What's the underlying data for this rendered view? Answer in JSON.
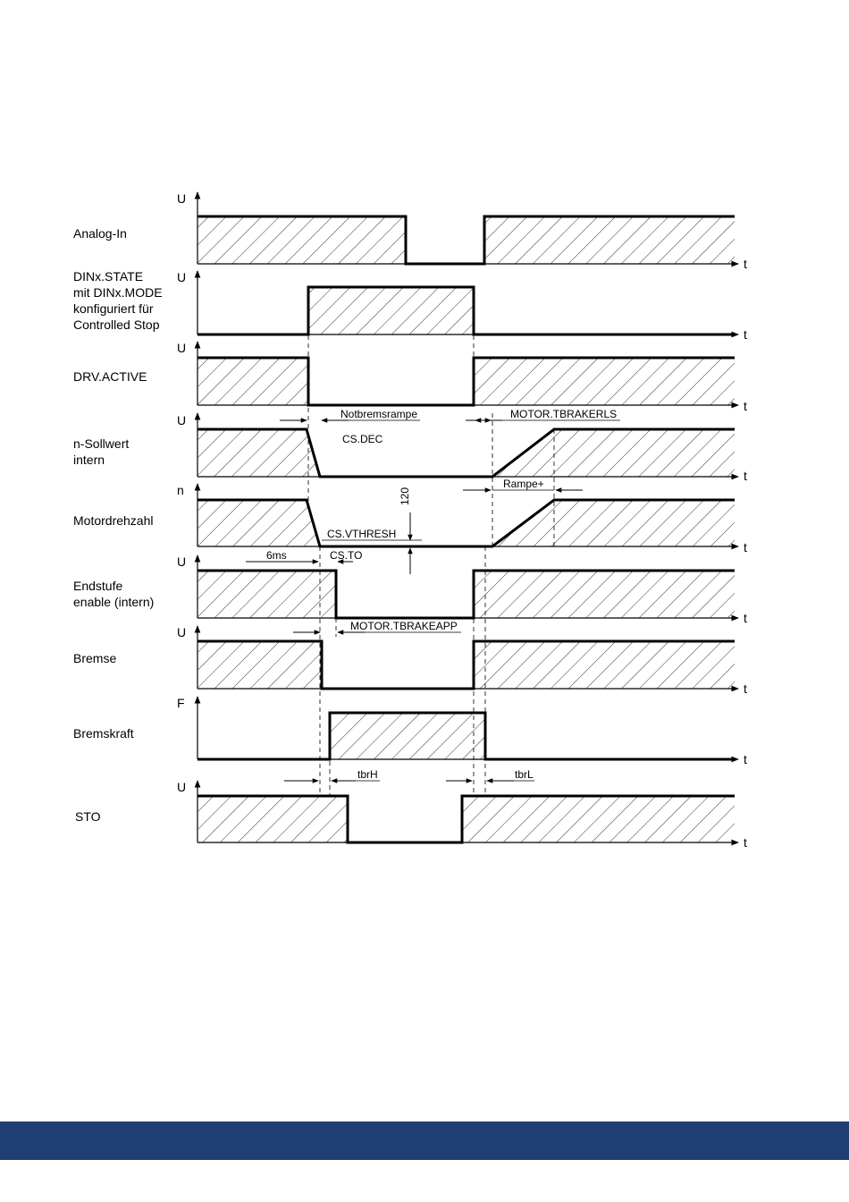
{
  "signals": [
    {
      "label": [
        "Analog-In"
      ],
      "axis": "U"
    },
    {
      "label": [
        "DINx.STATE",
        "mit DINx.MODE",
        "konfiguriert für",
        "Controlled Stop"
      ],
      "axis": "U"
    },
    {
      "label": [
        "DRV.ACTIVE"
      ],
      "axis": "U"
    },
    {
      "label": [
        "n-Sollwert",
        "intern"
      ],
      "axis": "U"
    },
    {
      "label": [
        "Motordrehzahl"
      ],
      "axis": "n"
    },
    {
      "label": [
        "Endstufe",
        "enable (intern)"
      ],
      "axis": "U"
    },
    {
      "label": [
        "Bremse"
      ],
      "axis": "U"
    },
    {
      "label": [
        "Bremskraft"
      ],
      "axis": "F"
    },
    {
      "label": [
        "STO"
      ],
      "axis": "U"
    }
  ],
  "time_label": "t",
  "annotations": {
    "notbremsrampe": "Notbremsrampe",
    "cs_dec": "CS.DEC",
    "motor_tbrakerls": "MOTOR.TBRAKERLS",
    "rampe_plus": "Rampe+",
    "value_120": "120",
    "cs_vthresh": "CS.VTHRESH",
    "six_ms": "6ms",
    "cs_to": "CS.TO",
    "motor_tbrakeapp": "MOTOR.TBRAKEAPP",
    "tbrh": "tbrH",
    "tbrl": "tbrL"
  },
  "colors": {
    "footer": "#1f3f73",
    "line": "#000000"
  }
}
